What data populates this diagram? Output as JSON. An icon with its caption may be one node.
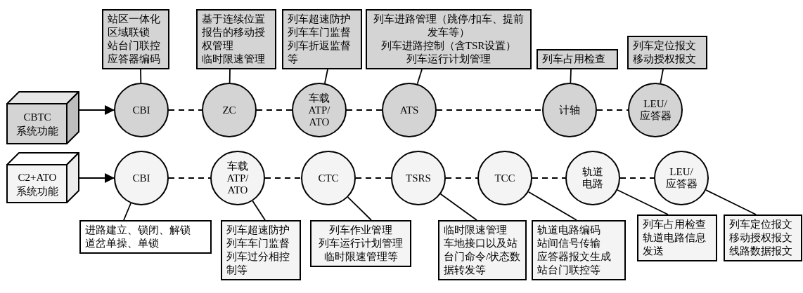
{
  "diagram": {
    "nodes": [
      {
        "text": [
          "站区一体化",
          "区域联锁",
          "站台门联控",
          "应答器编码"
        ]
      },
      {
        "text": [
          "基于连续位置报告的移动授权管理",
          "临时限速管理"
        ]
      },
      {
        "text": [
          "列车超速防护",
          "列车车门监督",
          "列车折返监督等"
        ]
      },
      {
        "text": [
          "列车进路管理（跳停/扣车、提前发车等）",
          "列车进路控制（含TSR设置）",
          "列车运行计划管理"
        ]
      },
      {
        "text": [
          "列车占用检查"
        ]
      },
      {
        "text": [
          "列车定位报文",
          "移动授权报文"
        ]
      },
      {
        "text": [
          "CBTC 系统功能"
        ]
      },
      {
        "text": [
          "CBI"
        ]
      },
      {
        "text": [
          "ZC"
        ]
      },
      {
        "text": [
          "车载 ATP/ ATO"
        ]
      },
      {
        "text": [
          "ATS"
        ]
      },
      {
        "text": [
          "计轴"
        ]
      },
      {
        "text": [
          "LEU/ 应答器"
        ]
      },
      {
        "text": [
          "C2+ATO 系统功能"
        ]
      },
      {
        "text": [
          "CBI"
        ]
      },
      {
        "text": [
          "车载 ATP/ ATO"
        ]
      },
      {
        "text": [
          "CTC"
        ]
      },
      {
        "text": [
          "TSRS"
        ]
      },
      {
        "text": [
          "TCC"
        ]
      },
      {
        "text": [
          "轨道电路"
        ]
      },
      {
        "text": [
          "LEU/ 应答器"
        ]
      },
      {
        "text": [
          "进路建立、锁闭、解锁",
          "道岔单操、单锁"
        ]
      },
      {
        "text": [
          "列车超速防护",
          "列车车门监督",
          "列车过分相控制等"
        ]
      },
      {
        "text": [
          "列车作业管理",
          "列车运行计划管理",
          "临时限速管理等"
        ]
      },
      {
        "text": [
          "临时限速管理",
          "车地接口以及站台门命令/状态数据转发等"
        ]
      },
      {
        "text": [
          "轨道电路编码",
          "站间信号传输",
          "应答器报文生成",
          "站台门联控等"
        ]
      },
      {
        "text": [
          "列车占用检查",
          "轨道电路信息发送"
        ]
      },
      {
        "text": [
          "列车定位报文",
          "移动授权报文",
          "线路数据报文"
        ]
      }
    ],
    "edges": [
      {
        "from": 6,
        "to": 7,
        "arrow": "to"
      },
      {
        "from": 7,
        "to": 8,
        "arrow": "none",
        "style": "dashed"
      },
      {
        "from": 8,
        "to": 9,
        "arrow": "none",
        "style": "dashed"
      },
      {
        "from": 9,
        "to": 10,
        "arrow": "none",
        "style": "dashed"
      },
      {
        "from": 10,
        "to": 11,
        "arrow": "none",
        "style": "dashed"
      },
      {
        "from": 11,
        "to": 12,
        "arrow": "none",
        "style": "dashed"
      },
      {
        "from": 0,
        "to": 7,
        "arrow": "none"
      },
      {
        "from": 1,
        "to": 8,
        "arrow": "none"
      },
      {
        "from": 2,
        "to": 9,
        "arrow": "none"
      },
      {
        "from": 3,
        "to": 10,
        "arrow": "none"
      },
      {
        "from": 4,
        "to": 11,
        "arrow": "none"
      },
      {
        "from": 5,
        "to": 12,
        "arrow": "none"
      },
      {
        "from": 13,
        "to": 14,
        "arrow": "to"
      },
      {
        "from": 14,
        "to": 15,
        "arrow": "none",
        "style": "dashed"
      },
      {
        "from": 15,
        "to": 16,
        "arrow": "none",
        "style": "dashed"
      },
      {
        "from": 16,
        "to": 17,
        "arrow": "none",
        "style": "dashed"
      },
      {
        "from": 17,
        "to": 18,
        "arrow": "none",
        "style": "dashed"
      },
      {
        "from": 18,
        "to": 19,
        "arrow": "none",
        "style": "dashed"
      },
      {
        "from": 19,
        "to": 20,
        "arrow": "none",
        "style": "dashed"
      },
      {
        "from": 14,
        "to": 21,
        "arrow": "none"
      },
      {
        "from": 15,
        "to": 22,
        "arrow": "none"
      },
      {
        "from": 16,
        "to": 23,
        "arrow": "none"
      },
      {
        "from": 17,
        "to": 24,
        "arrow": "none"
      },
      {
        "from": 18,
        "to": 25,
        "arrow": "none"
      },
      {
        "from": 19,
        "to": 26,
        "arrow": "none"
      },
      {
        "from": 20,
        "to": 27,
        "arrow": "none"
      }
    ]
  }
}
